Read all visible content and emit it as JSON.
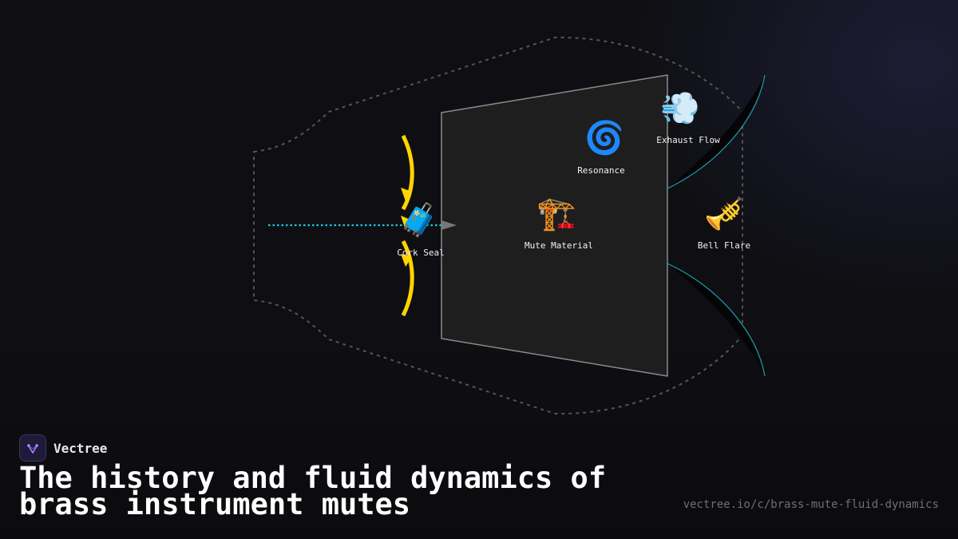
{
  "brand": {
    "name": "Vectree",
    "logo_icon": "vectree-logo-icon"
  },
  "title": "The history and fluid dynamics of brass instrument mutes",
  "url": "vectree.io/c/brass-mute-fluid-dynamics",
  "colors": {
    "background": "#0f0f13",
    "mute_body": "#1e1e1e",
    "cork_arc": "#ffd400",
    "airflow": "#1ec8e0",
    "bell_line": "#1aa0b0",
    "outline": "#555555"
  },
  "labels": {
    "cork_seal": {
      "text": "Cork Seal",
      "icon": "luggage-emoji-icon",
      "glyph": "🧳"
    },
    "mute_material": {
      "text": "Mute Material",
      "icon": "construction-crane-emoji-icon",
      "glyph": "🏗️"
    },
    "resonance": {
      "text": "Resonance",
      "icon": "cyclone-emoji-icon",
      "glyph": "🌀"
    },
    "exhaust_flow": {
      "text": "Exhaust Flow",
      "icon": "dash-wind-emoji-icon",
      "glyph": "💨"
    },
    "bell_flare": {
      "text": "Bell Flare",
      "icon": "trumpet-emoji-icon",
      "glyph": "🎺"
    }
  }
}
